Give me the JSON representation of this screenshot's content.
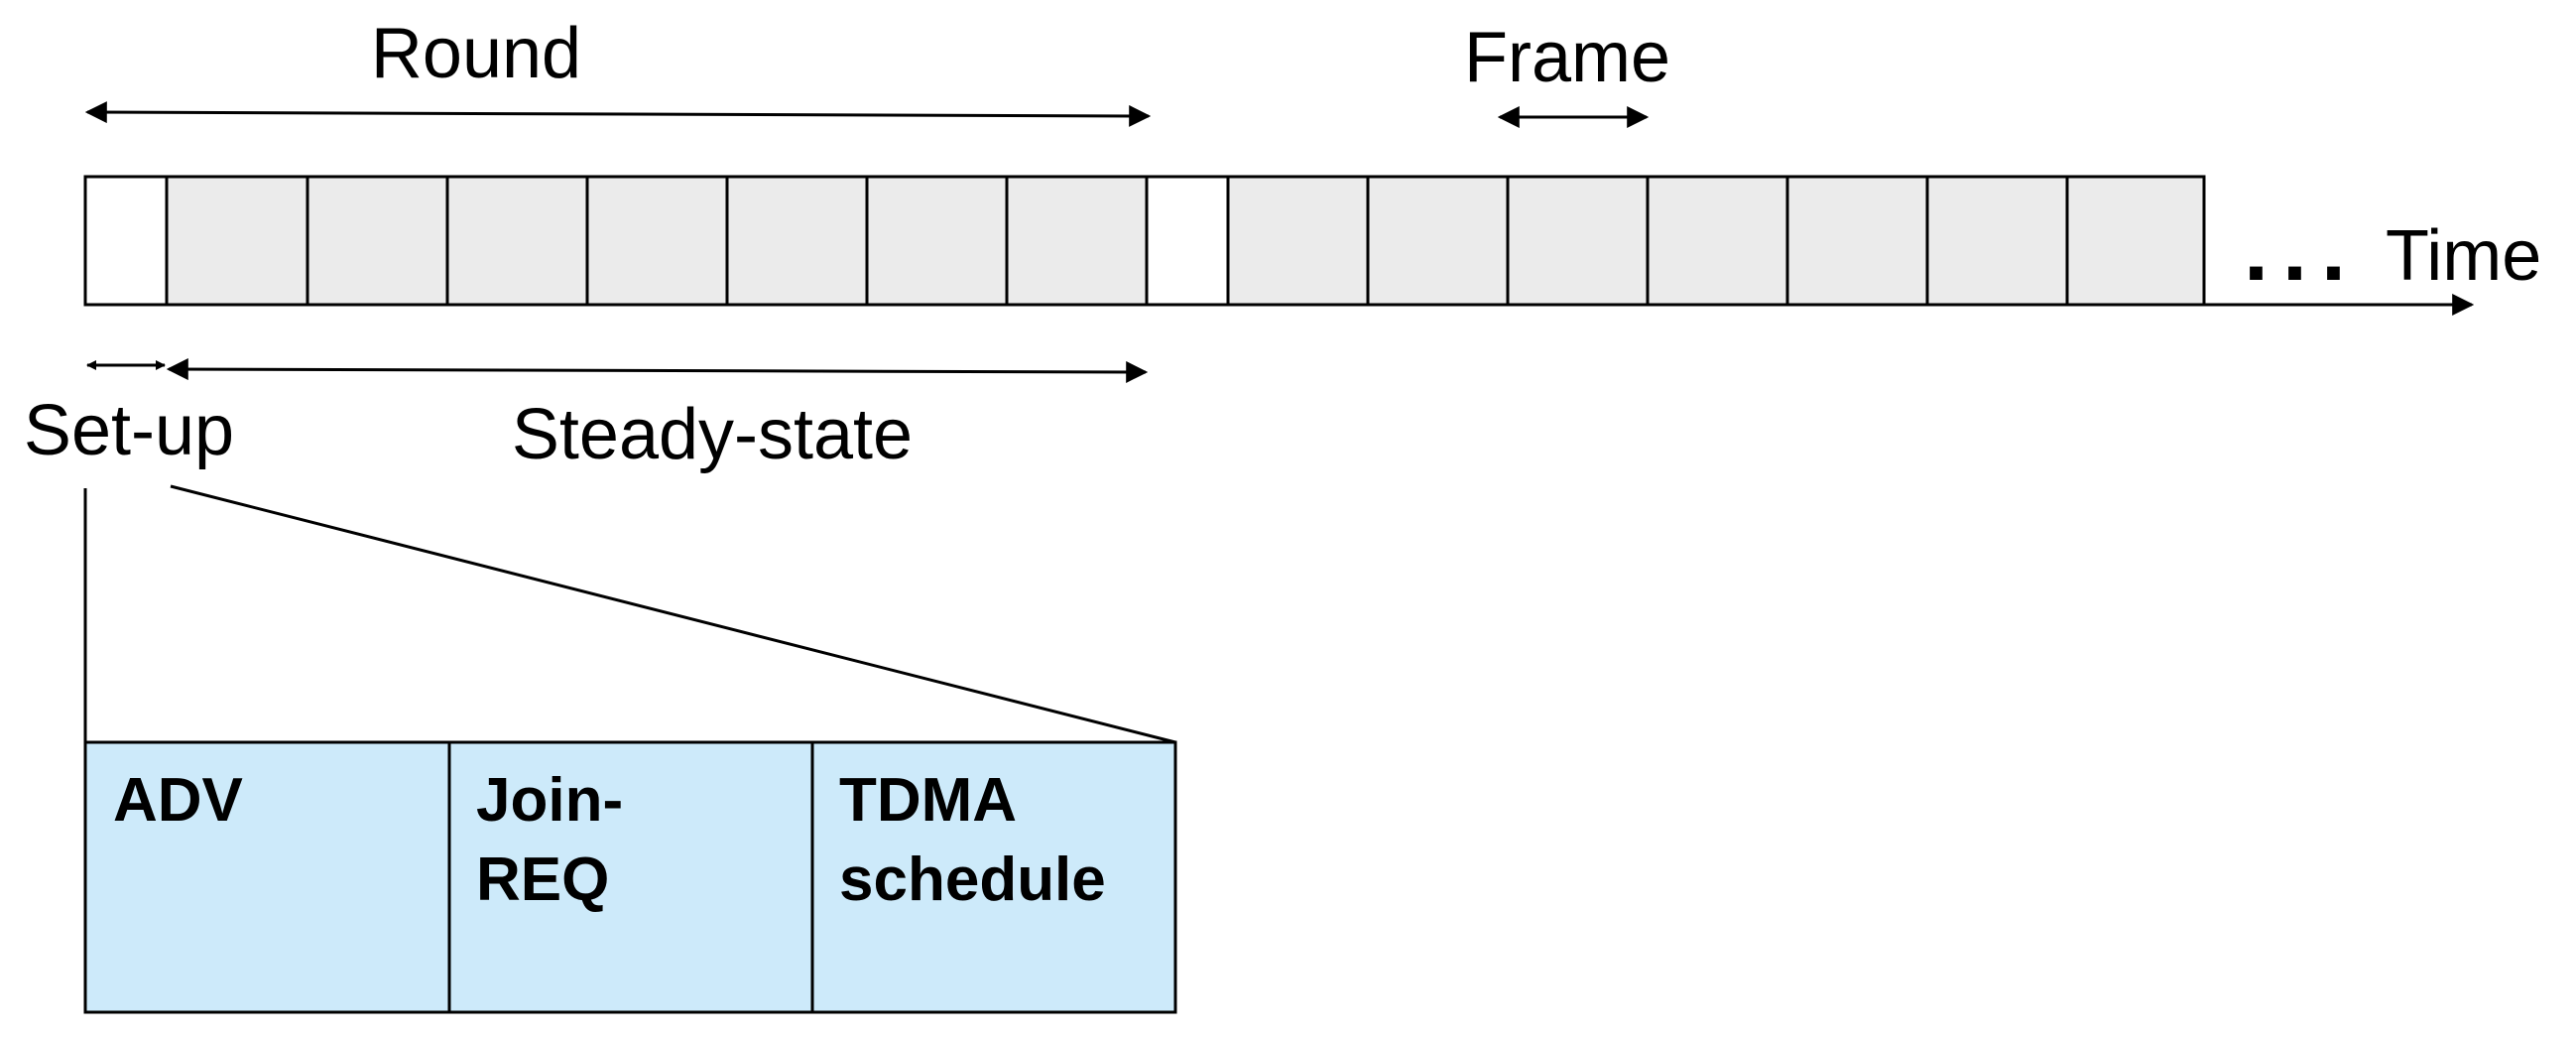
{
  "labels": {
    "round": "Round",
    "frame": "Frame",
    "time": "Time",
    "dots": "...",
    "setup": "Set-up",
    "steady_state": "Steady-state"
  },
  "setup_phases": {
    "adv": [
      "ADV"
    ],
    "join_req": [
      "Join-",
      "REQ"
    ],
    "tdma": [
      "TDMA",
      "schedule"
    ]
  },
  "colors": {
    "slot_fill": "#ebebeb",
    "setup_slot_fill": "#ffffff",
    "phase_fill": "#cdeafa",
    "stroke": "#000000"
  }
}
